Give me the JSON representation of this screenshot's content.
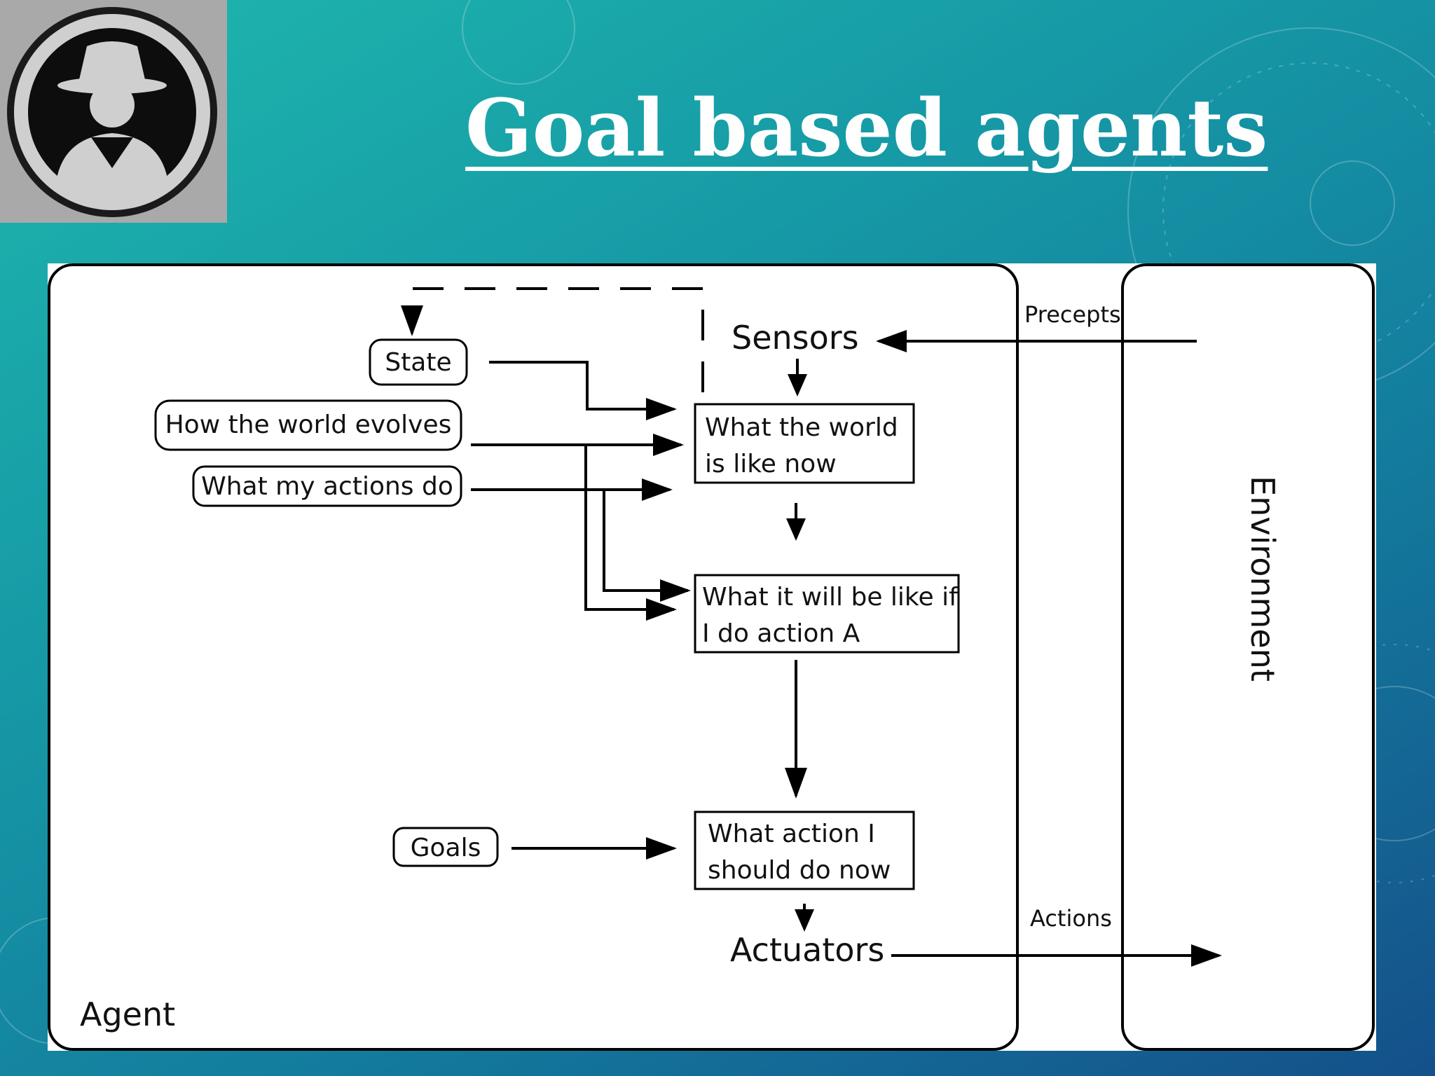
{
  "slide": {
    "title": "Goal based agents",
    "background": {
      "from": "#1fb7ad",
      "to": "#14508a"
    },
    "logo_icon": "hat-spy-icon"
  },
  "diagram": {
    "agent_label": "Agent",
    "environment_label": "Environment",
    "precepts_label": "Precepts",
    "actions_label": "Actions",
    "sensors_label": "Sensors",
    "actuators_label": "Actuators",
    "inputs": {
      "state": "State",
      "how_world_evolves": "How the world evolves",
      "what_my_actions_do": "What my actions do",
      "goals": "Goals"
    },
    "boxes": {
      "world_now": [
        "What the world",
        "is like now"
      ],
      "action_a": [
        "What it will be like if",
        "I do action A"
      ],
      "action_now": [
        "What action I",
        "should do now"
      ]
    }
  }
}
